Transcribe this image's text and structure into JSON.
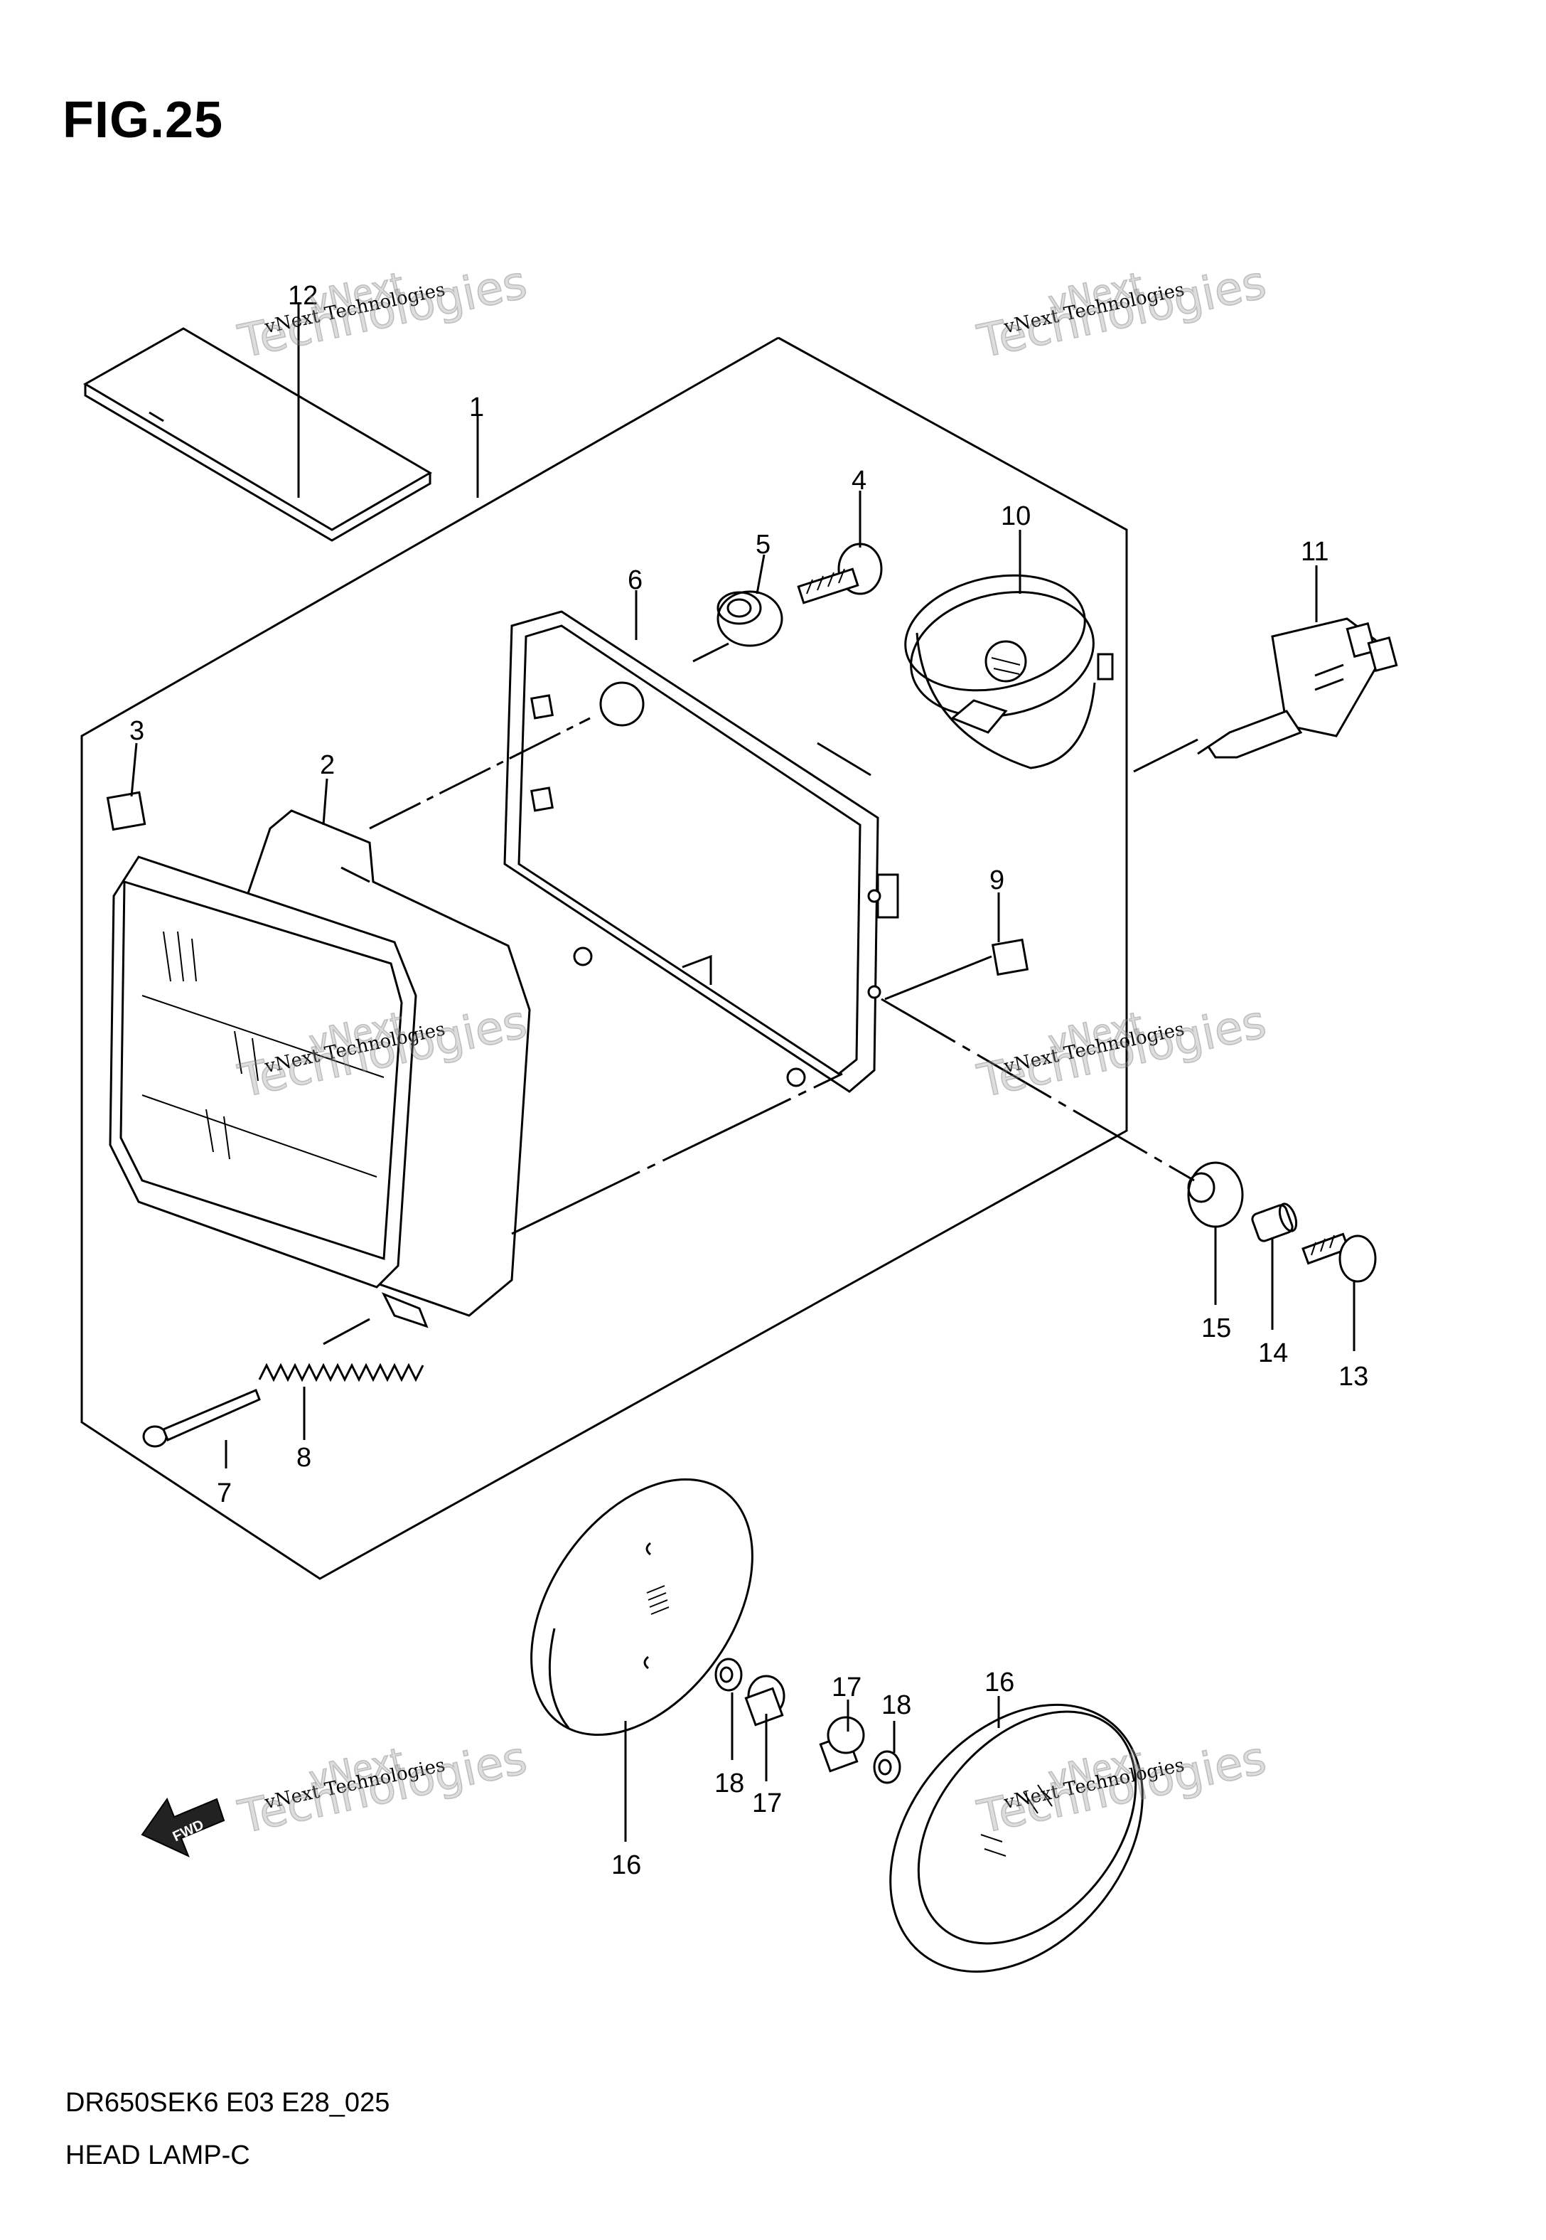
{
  "figure": {
    "title": "FIG.25"
  },
  "footer": {
    "model_code": "DR650SEK6 E03 E28_025",
    "part_name": "HEAD LAMP-C"
  },
  "fwd_label": "FWD",
  "watermark": {
    "line1": "vNext Technologies",
    "line0": "vNext",
    "line2": "Technologies"
  },
  "callouts": {
    "c1": "1",
    "c2": "2",
    "c3": "3",
    "c4": "4",
    "c5": "5",
    "c6": "6",
    "c7": "7",
    "c8": "8",
    "c9": "9",
    "c10": "10",
    "c11": "11",
    "c12": "12",
    "c13": "13",
    "c14": "14",
    "c15": "15",
    "c16a": "16",
    "c16b": "16",
    "c17a": "17",
    "c17b": "17",
    "c18a": "18",
    "c18b": "18"
  }
}
